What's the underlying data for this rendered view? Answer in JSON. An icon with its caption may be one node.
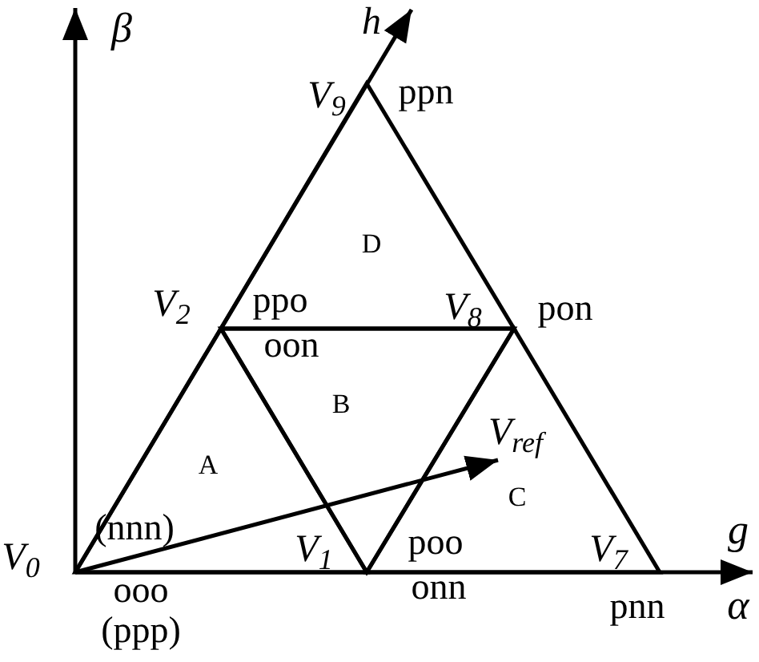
{
  "diagram": {
    "nodes": [
      {
        "text": [
          "D"
        ]
      },
      {
        "text": [
          "A"
        ]
      },
      {
        "text": [
          "B"
        ]
      },
      {
        "text": [
          "C"
        ]
      }
    ],
    "labels": [
      "β",
      "h",
      "V$_{9}$",
      "ppn",
      "V$_{2}$",
      "ppo",
      "V$_{8}$",
      "pon",
      "oon",
      "V$_{ref}$",
      "V$_{0}$",
      "(nnn)",
      "V$_{1}$",
      "poo",
      "V$_{7}$",
      "g",
      "ooo",
      "onn",
      "pnn",
      "α",
      "(ppp)"
    ]
  }
}
